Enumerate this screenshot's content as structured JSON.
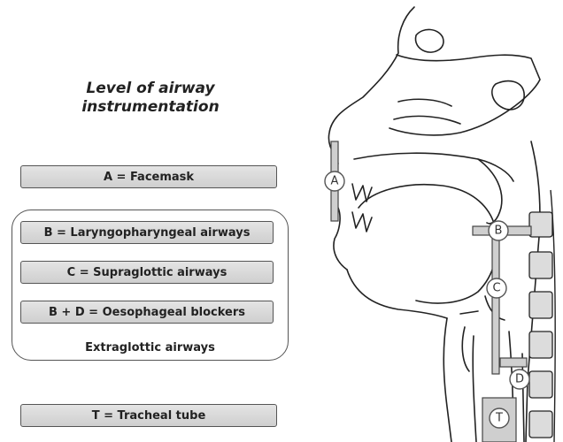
{
  "title": "Level of airway\ninstrumentation",
  "boxes": {
    "facemask": "A = Facemask",
    "laryngo": "B = Laryngopharyngeal airways",
    "supraglottic": "C = Supraglottic airways",
    "oeso": "B + D = Oesophageal blockers",
    "tracheal": "T = Tracheal tube"
  },
  "group_label": "Extraglottic airways",
  "markers": {
    "a": "A",
    "b": "B",
    "c": "C",
    "d": "D",
    "t": "T"
  }
}
